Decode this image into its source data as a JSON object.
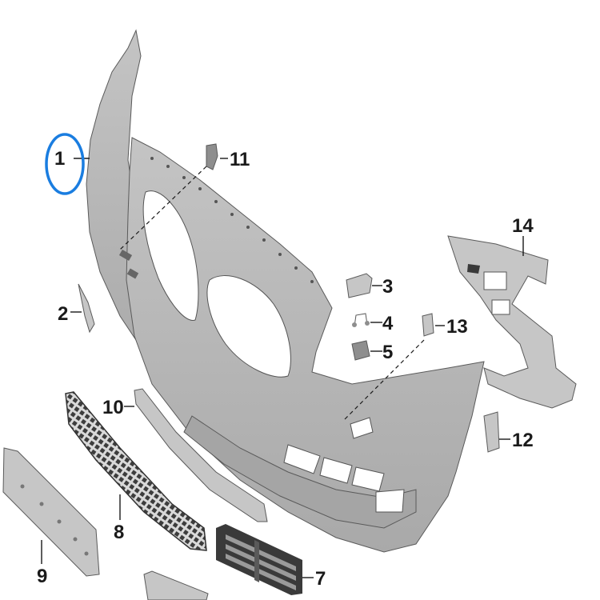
{
  "diagram": {
    "highlight_color": "#1a7de0",
    "part_color": "#b8b8b8",
    "callouts": [
      {
        "id": "c1",
        "label": "1"
      },
      {
        "id": "c2",
        "label": "2"
      },
      {
        "id": "c3",
        "label": "3"
      },
      {
        "id": "c4",
        "label": "4"
      },
      {
        "id": "c5",
        "label": "5"
      },
      {
        "id": "c7",
        "label": "7"
      },
      {
        "id": "c8",
        "label": "8"
      },
      {
        "id": "c9",
        "label": "9"
      },
      {
        "id": "c10",
        "label": "10"
      },
      {
        "id": "c11",
        "label": "11"
      },
      {
        "id": "c12",
        "label": "12"
      },
      {
        "id": "c13",
        "label": "13"
      },
      {
        "id": "c14",
        "label": "14"
      }
    ]
  }
}
